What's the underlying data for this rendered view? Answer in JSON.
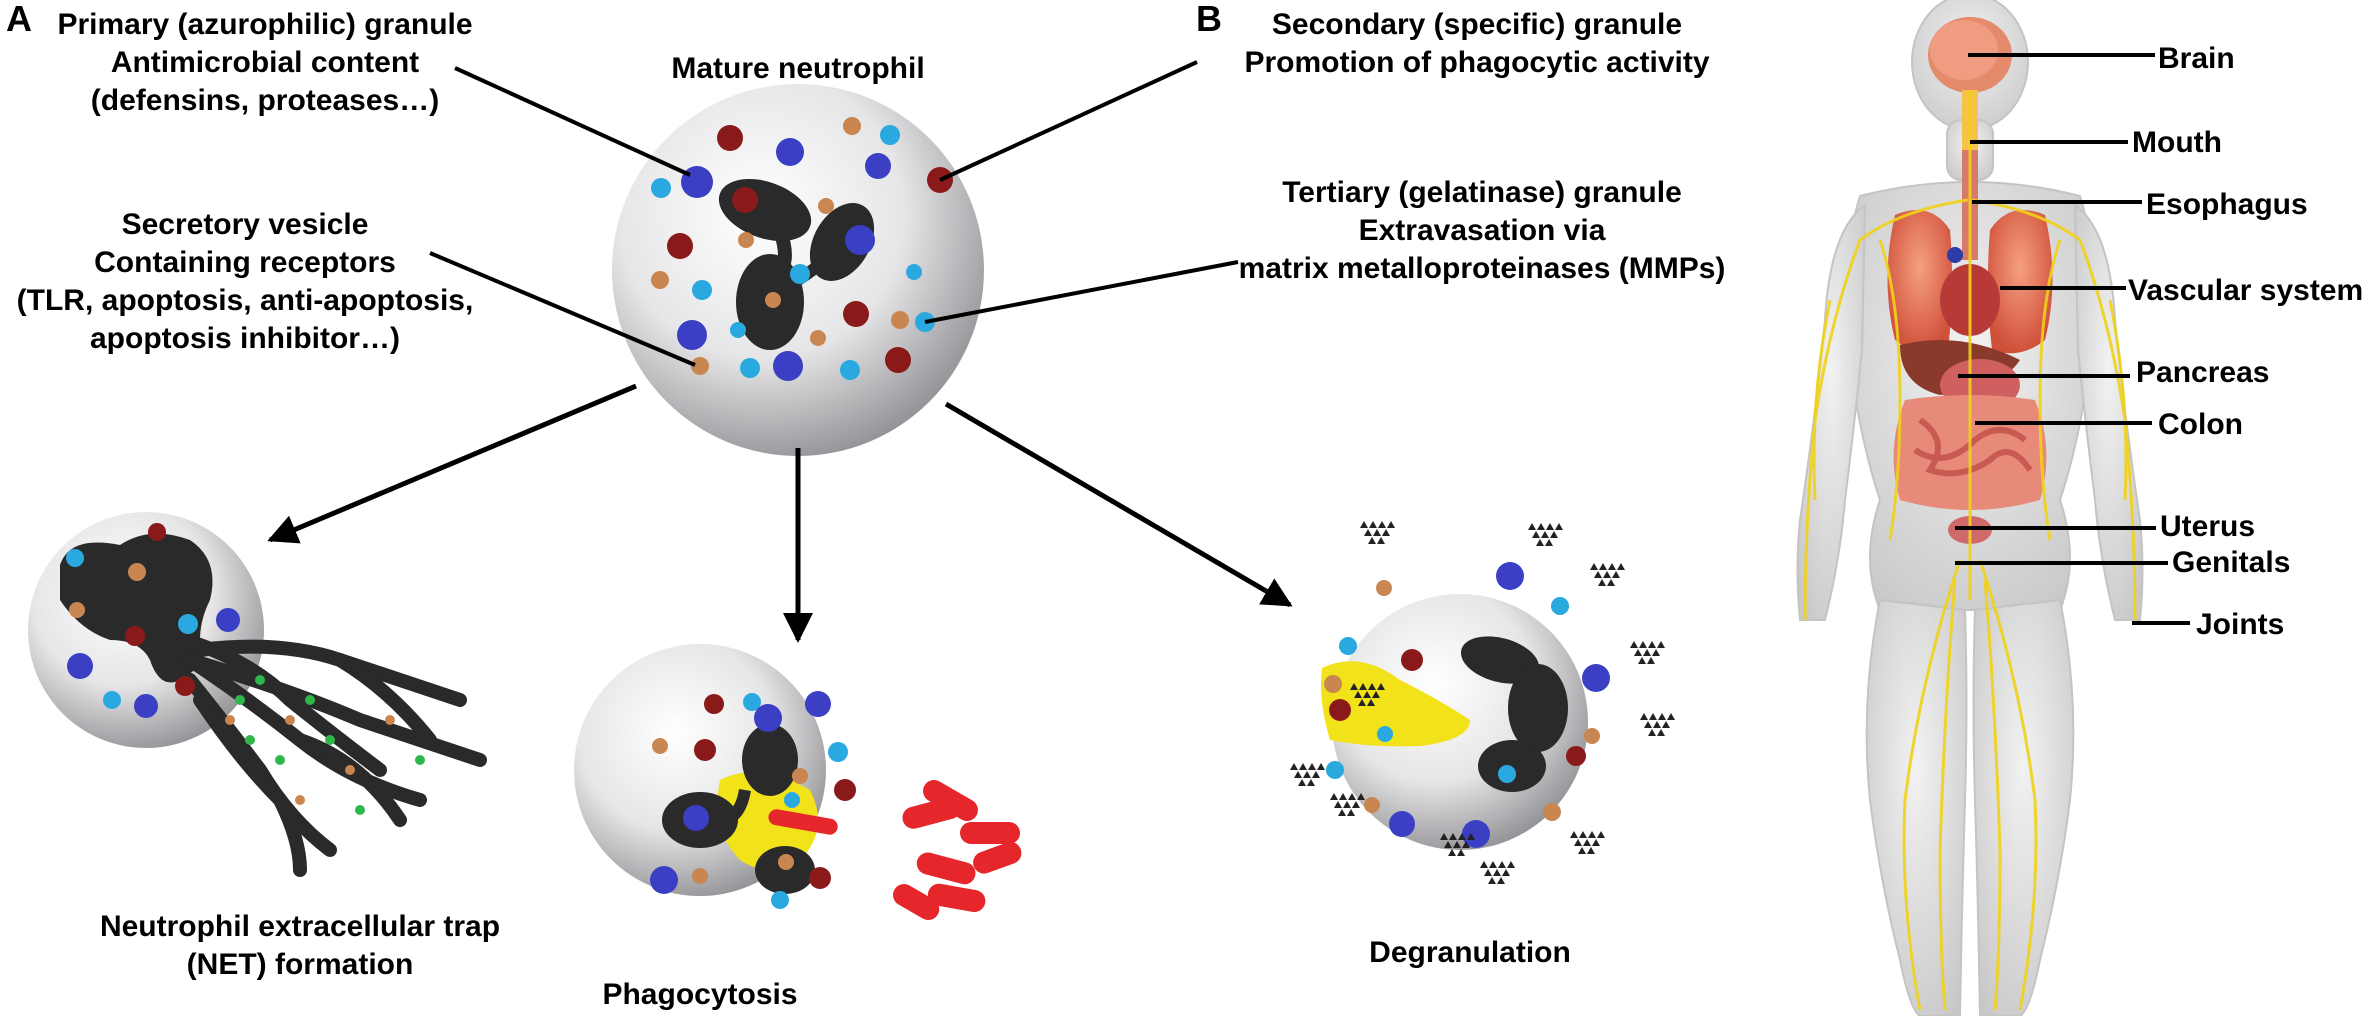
{
  "panels": {
    "a": "A",
    "b": "B"
  },
  "neutrophil": {
    "title": "Mature neutrophil",
    "primary": {
      "l1": "Primary (azurophilic) granule",
      "l2": "Antimicrobial content",
      "l3": "(defensins, proteases…)"
    },
    "secretory": {
      "l1": "Secretory vesicle",
      "l2": "Containing receptors",
      "l3": "(TLR, apoptosis, anti-apoptosis,",
      "l4": "apoptosis inhibitor…)"
    },
    "secondary": {
      "l1": "Secondary (specific) granule",
      "l2": "Promotion of phagocytic activity"
    },
    "tertiary": {
      "l1": "Tertiary (gelatinase) granule",
      "l2": "Extravasation via",
      "l3": "matrix metalloproteinases (MMPs)"
    }
  },
  "outcomes": {
    "net": {
      "l1": "Neutrophil extracellular trap",
      "l2": "(NET) formation"
    },
    "phagocytosis": "Phagocytosis",
    "degranulation": "Degranulation"
  },
  "body_labels": [
    "Brain",
    "Mouth",
    "Esophagus",
    "Vascular system",
    "Pancreas",
    "Colon",
    "Uterus",
    "Genitals",
    "Joints"
  ],
  "colors": {
    "azurophilic": "#3b3fc4",
    "specific": "#8a1a1a",
    "gelatinase": "#2aa8e0",
    "secretory": "#c98650",
    "nucleus": "#2a2a2a",
    "phago": "#f2e21a",
    "bacteria": "#e5262a",
    "nerve": "#f0d21a"
  }
}
